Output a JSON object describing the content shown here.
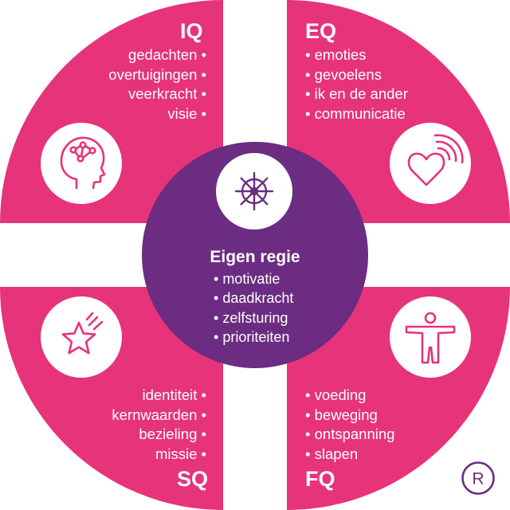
{
  "colors": {
    "quadrant": "#E6337A",
    "center": "#6B2C82",
    "text": "#FFFFFF",
    "badge": "#6B2C82"
  },
  "center": {
    "title": "Eigen regie",
    "items": [
      "motivatie",
      "daadkracht",
      "zelfsturing",
      "prioriteiten"
    ],
    "icon": "ships-wheel-icon"
  },
  "quadrants": {
    "iq": {
      "title": "IQ",
      "items": [
        "gedachten",
        "overtuigingen",
        "veerkracht",
        "visie"
      ],
      "icon": "head-brain-icon"
    },
    "eq": {
      "title": "EQ",
      "items": [
        "emoties",
        "gevoelens",
        "ik en de ander",
        "communicatie"
      ],
      "icon": "heart-waves-icon"
    },
    "sq": {
      "title": "SQ",
      "items": [
        "identiteit",
        "kernwaarden",
        "bezieling",
        "missie"
      ],
      "icon": "shooting-star-icon"
    },
    "fq": {
      "title": "FQ",
      "items": [
        "voeding",
        "beweging",
        "ontspanning",
        "slapen"
      ],
      "icon": "human-body-icon"
    }
  },
  "badge": {
    "text": "R"
  }
}
